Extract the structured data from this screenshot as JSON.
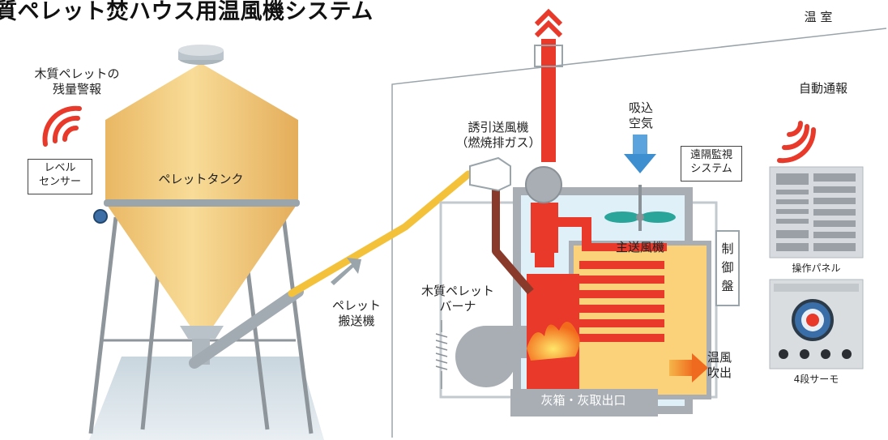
{
  "title": "質ペレット焚ハウス用温風機システム",
  "greenhouse_label": "温 室",
  "tank": {
    "label": "ペレットタンク",
    "remaining_alarm": "木質ペレットの\n残量警報",
    "level_sensor": "レベル\nセンサー"
  },
  "conveyor_label": "ペレット\n搬送機",
  "heater": {
    "induced_fan": "誘引送風機\n（燃焼排ガス）",
    "intake_air": "吸込\n空気",
    "main_fan": "主送風機",
    "burner": "木質ペレット\nバーナ",
    "ash_box": "灰箱・灰取出口",
    "warm_air_out": "温風\n吹出"
  },
  "remote_monitoring": "遠隔監視\nシステム",
  "control_panel": "制\n御\n盤",
  "auto_notify": "自動通報",
  "operation_panel": "操作パネル",
  "thermostat": "4段サーモ",
  "colors": {
    "tank": "#f2c878",
    "chimney": "#e8392a",
    "conveyor": "#f4c23a",
    "duct": "#8a3a2a",
    "fan_blades": "#2aa59a",
    "casing": "#a8aeb4",
    "interior": "#dff0f8",
    "warm": "#fbd27a"
  },
  "icons": [
    "wireless-signal-icon",
    "exhaust-chevron-icon",
    "down-arrow-icon",
    "right-arrow-icon",
    "flame-icon"
  ]
}
